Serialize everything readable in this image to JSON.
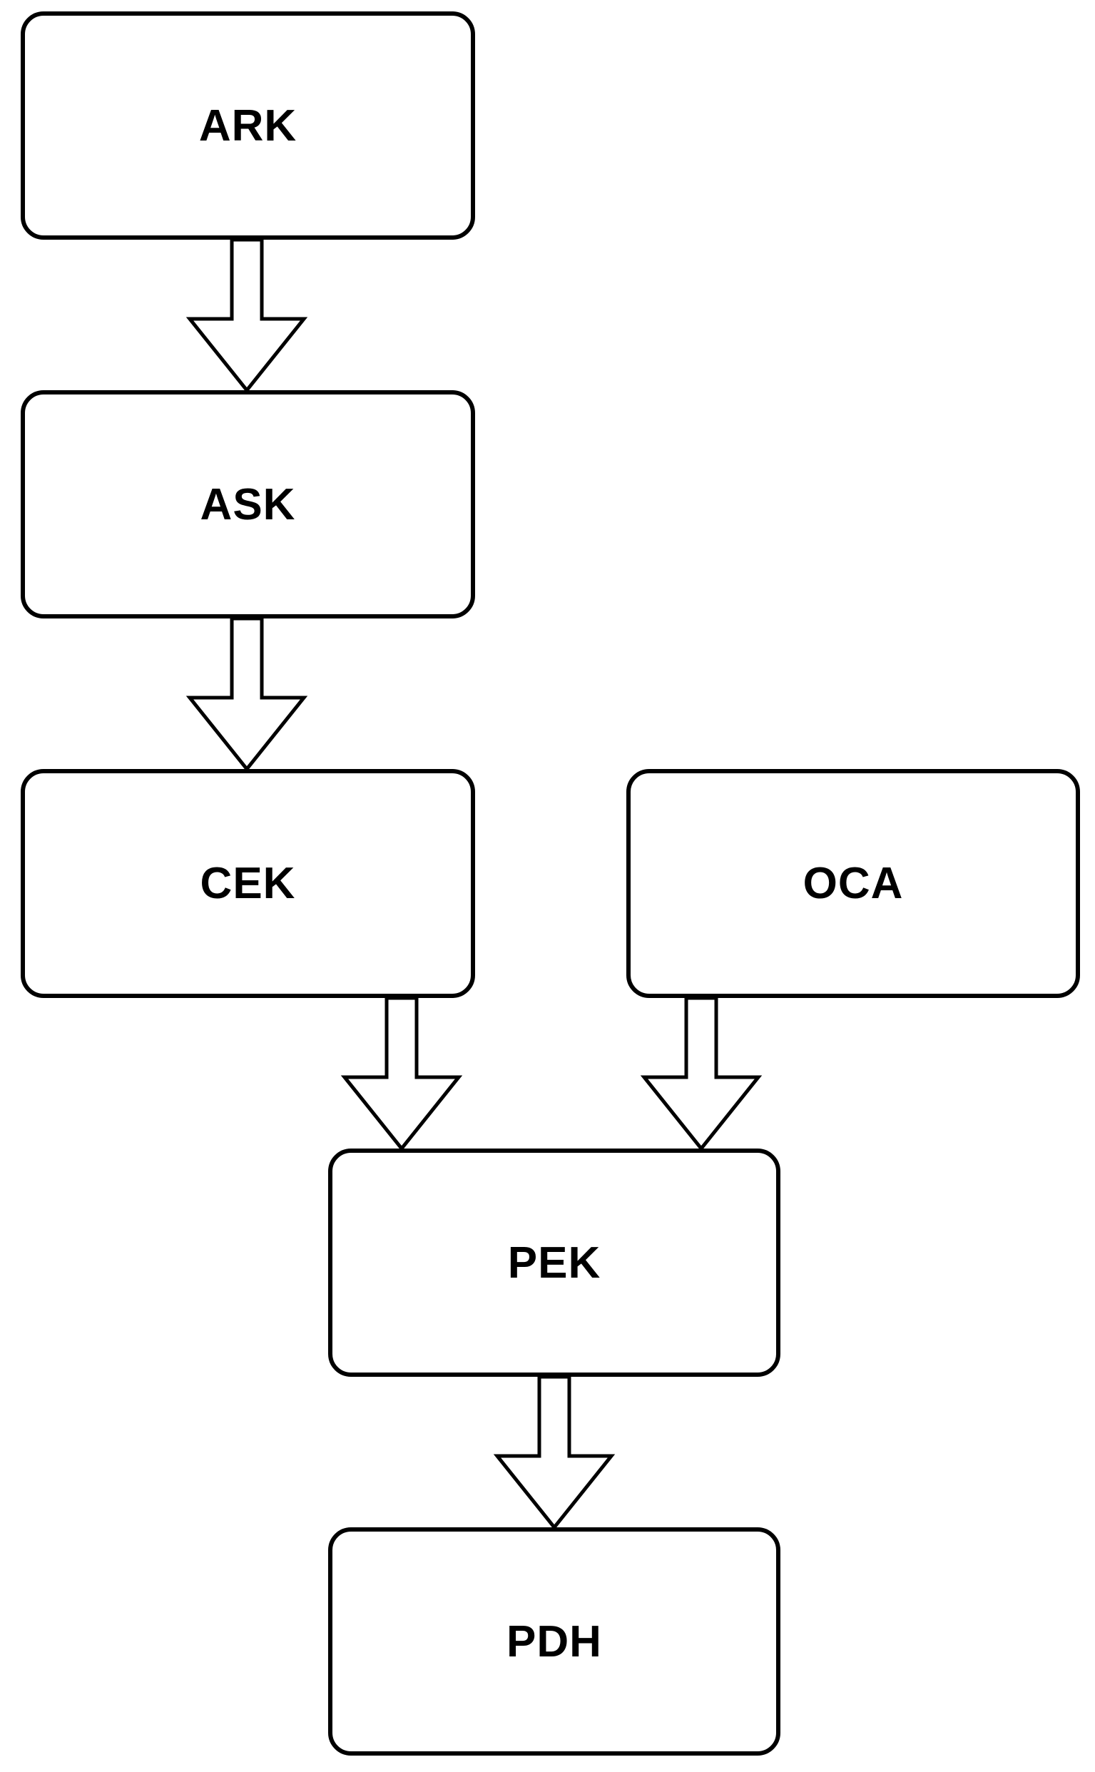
{
  "diagram": {
    "title": "",
    "background_color": "#ffffff",
    "node_fill_color": "#ffffff",
    "node_border_color": "#000000",
    "text_color": "#000000",
    "nodes": [
      {
        "id": "ark",
        "label": "ARK"
      },
      {
        "id": "ask",
        "label": "ASK"
      },
      {
        "id": "cek",
        "label": "CEK"
      },
      {
        "id": "oca",
        "label": "OCA"
      },
      {
        "id": "pek",
        "label": "PEK"
      },
      {
        "id": "pdh",
        "label": "PDH"
      }
    ],
    "edges": [
      {
        "from": "ARK",
        "to": "ASK"
      },
      {
        "from": "ASK",
        "to": "CEK"
      },
      {
        "from": "CEK",
        "to": "PEK"
      },
      {
        "from": "OCA",
        "to": "PEK"
      },
      {
        "from": "PEK",
        "to": "PDH"
      }
    ]
  }
}
